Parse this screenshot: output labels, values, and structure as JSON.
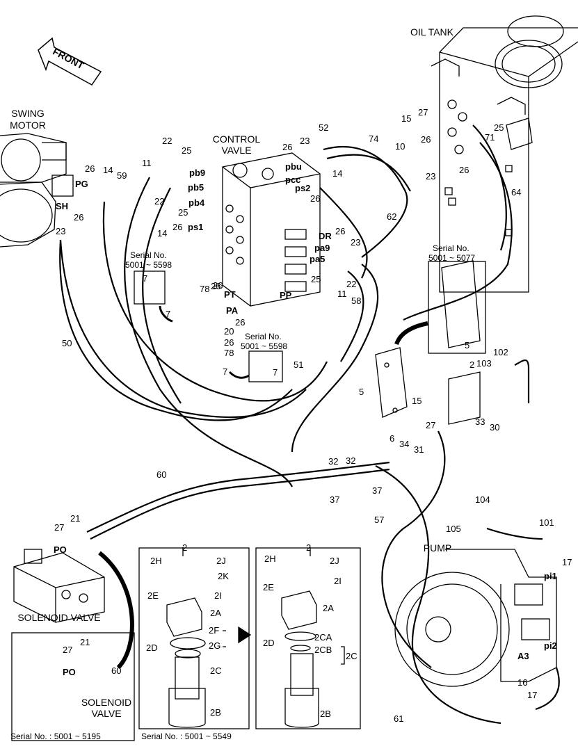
{
  "titles": {
    "oil_tank": "OIL TANK",
    "front": "FRONT",
    "swing_motor_1": "SWING",
    "swing_motor_2": "MOTOR",
    "control_valve_1": "CONTROL",
    "control_valve_2": "VAVLE",
    "pump": "PUMP",
    "solenoid_valve": "SOLENOID VALVE",
    "solenoid_valve_inset_1": "SOLENOID",
    "solenoid_valve_inset_2": "VALVE"
  },
  "serials": {
    "s1_title": "Serial No.",
    "s1_range": "5001 ~ 5598",
    "s2_title": "Serial No.",
    "s2_range": "5001 ~ 5598",
    "s3_title": "Serial No.",
    "s3_range": "5001 ~ 5077",
    "bottom_left": "Serial No. : 5001 ~ 5195",
    "bottom_mid": "Serial No. : 5001 ~ 5549"
  },
  "ports": {
    "pg": "PG",
    "sh": "SH",
    "pb9": "pb9",
    "pb5": "pb5",
    "pb4": "pb4",
    "ps1": "ps1",
    "pbu": "pbu",
    "pcc": "pcc",
    "ps2": "ps2",
    "dr": "DR",
    "pa9": "pa9",
    "pa5": "pa5",
    "pt": "PT",
    "pa": "PA",
    "pp": "PP",
    "po": "PO",
    "po2": "PO",
    "pi1": "pi1",
    "pi2": "pi2",
    "a3": "A3"
  },
  "callouts": [
    "2",
    "2",
    "2",
    "2A",
    "2A",
    "2B",
    "2B",
    "2C",
    "2C",
    "2CA",
    "2CB",
    "2D",
    "2D",
    "2E",
    "2E",
    "2F",
    "2G",
    "2H",
    "2H",
    "2I",
    "2I",
    "2J",
    "2J",
    "2K",
    "5",
    "5",
    "6",
    "7",
    "7",
    "7",
    "7",
    "10",
    "11",
    "11",
    "14",
    "14",
    "14",
    "15",
    "15",
    "16",
    "17",
    "17",
    "20",
    "21",
    "21",
    "22",
    "22",
    "22",
    "23",
    "23",
    "23",
    "23",
    "25",
    "25",
    "25",
    "25",
    "26",
    "26",
    "26",
    "26",
    "26",
    "26",
    "26",
    "26",
    "26",
    "26",
    "26",
    "26",
    "27",
    "27",
    "27",
    "27",
    "30",
    "31",
    "32",
    "32",
    "33",
    "34",
    "37",
    "37",
    "50",
    "51",
    "52",
    "57",
    "58",
    "59",
    "60",
    "60",
    "61",
    "62",
    "64",
    "71",
    "74",
    "78",
    "78",
    "101",
    "102",
    "103",
    "104",
    "105"
  ]
}
